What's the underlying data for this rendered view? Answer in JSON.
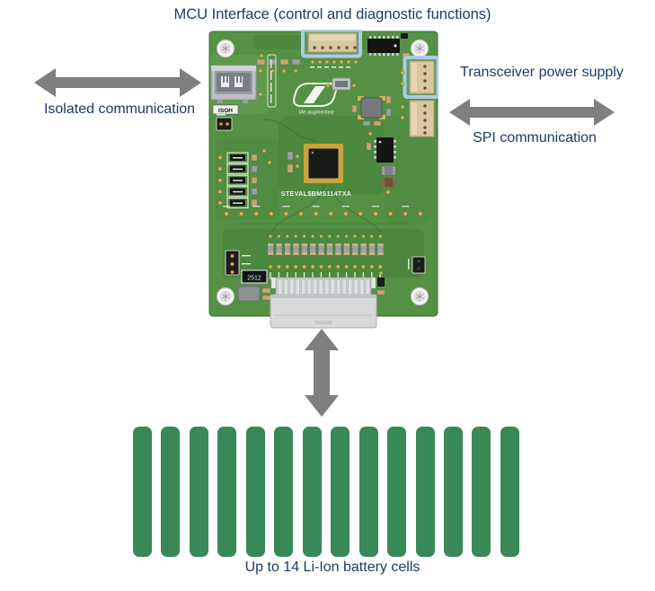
{
  "title": "MCU Interface (control and diagnostic functions)",
  "connections": {
    "isolated_label": "Isolated communication",
    "transceiver_label": "Transceiver power supply",
    "spi_label": "SPI communication"
  },
  "board": {
    "silkscreen_name": "STEVAL$BMS114TXA",
    "logo_tagline": "life.augmented",
    "usb_port_label": "ISOH",
    "shunt_resistor_label": "2512"
  },
  "battery": {
    "cell_count": 14,
    "caption": "Up to 14 Li-Ion battery cells"
  },
  "colors": {
    "label_text": "#1f3a63",
    "arrow_gray": "#7f7f7f",
    "battery_cell_green": "#398857",
    "pcb_green": "#549144",
    "highlight_blue": "#a9cde4"
  }
}
